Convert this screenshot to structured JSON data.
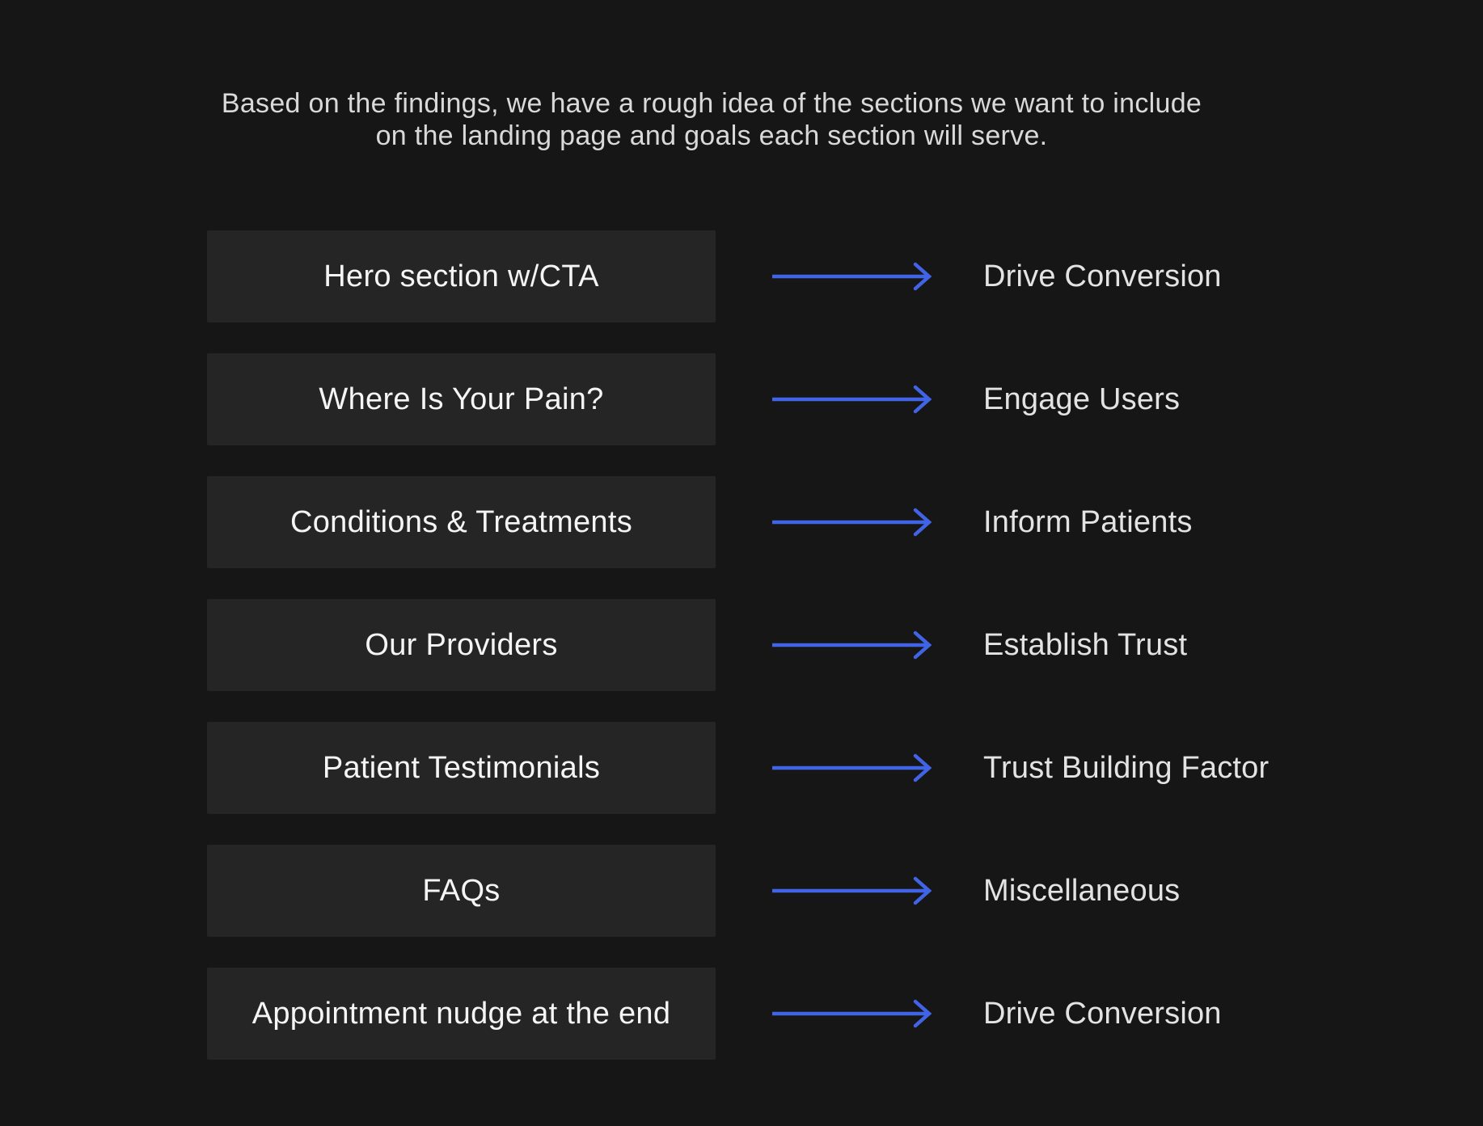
{
  "heading": {
    "line1": "Based on the findings, we have a rough idea of the sections we want to include",
    "line2": "on the landing page and goals each section will serve."
  },
  "colors": {
    "background": "#161616",
    "box_background": "#252525",
    "arrow": "#4164e6",
    "heading_text": "#d9d9d9",
    "section_text": "#f5f5f5",
    "goal_text": "#e3e3e3"
  },
  "diagram": {
    "rows": [
      {
        "section": "Hero section w/CTA",
        "goal": "Drive Conversion"
      },
      {
        "section": "Where Is Your Pain?",
        "goal": "Engage Users"
      },
      {
        "section": "Conditions & Treatments",
        "goal": "Inform Patients"
      },
      {
        "section": "Our Providers",
        "goal": "Establish Trust"
      },
      {
        "section": "Patient Testimonials",
        "goal": "Trust Building Factor"
      },
      {
        "section": "FAQs",
        "goal": "Miscellaneous"
      },
      {
        "section": "Appointment nudge at the end",
        "goal": "Drive Conversion"
      }
    ]
  }
}
